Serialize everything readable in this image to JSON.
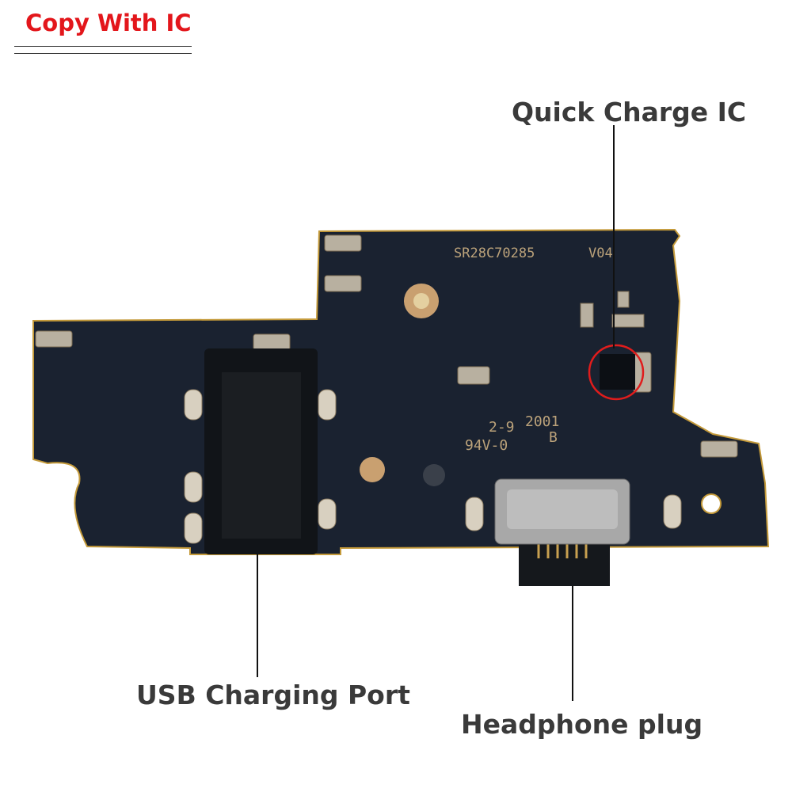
{
  "header": {
    "title": "Copy With IC"
  },
  "callouts": {
    "quick_charge_ic": "Quick Charge IC",
    "usb_charging_port": "USB Charging Port",
    "headphone_plug": "Headphone plug"
  },
  "pcb_silkscreen": {
    "part_number": "SR28C70285",
    "version": "V04",
    "date_code": "2001",
    "rev": "B",
    "line1": "2-9",
    "rating": "94V-0"
  },
  "colors": {
    "title": "#e3161b",
    "board": "#1a2230",
    "highlight_circle": "#e01c1c",
    "label": "#3a3a3a"
  }
}
